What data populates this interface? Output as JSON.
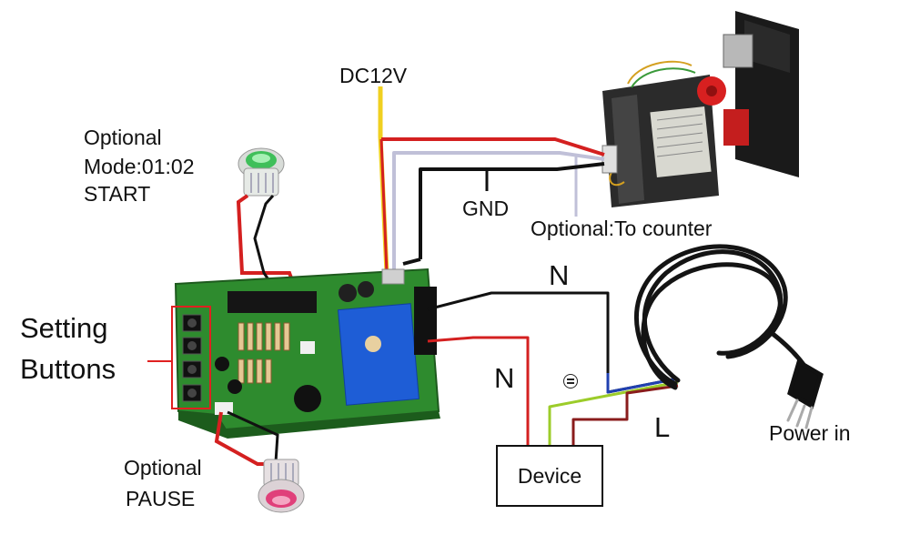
{
  "labels": {
    "dc12v": "DC12V",
    "gnd": "GND",
    "optional_counter": "Optional:To counter",
    "start_line1": "Optional",
    "start_line2": "Mode:01:02",
    "start_line3": "START",
    "setting_line1": "Setting",
    "setting_line2": "Buttons",
    "pause_line1": "Optional",
    "pause_line2": "PAUSE",
    "neutral_top": "N",
    "neutral_left": "N",
    "live": "L",
    "power_in": "Power in",
    "device": "Device"
  },
  "wire_colors": {
    "dc_positive": "#d42020",
    "gnd": "#111111",
    "signal_yellow": "#f0d020",
    "counter_grey": "#c0c0d8",
    "neutral_blue": "#2040b0",
    "earth_green": "#9ccc2a",
    "live_brown": "#8a1c1c",
    "board_green": "#2e8b2e",
    "start_button": "#3fbf5a",
    "pause_button": "#e0407a"
  }
}
